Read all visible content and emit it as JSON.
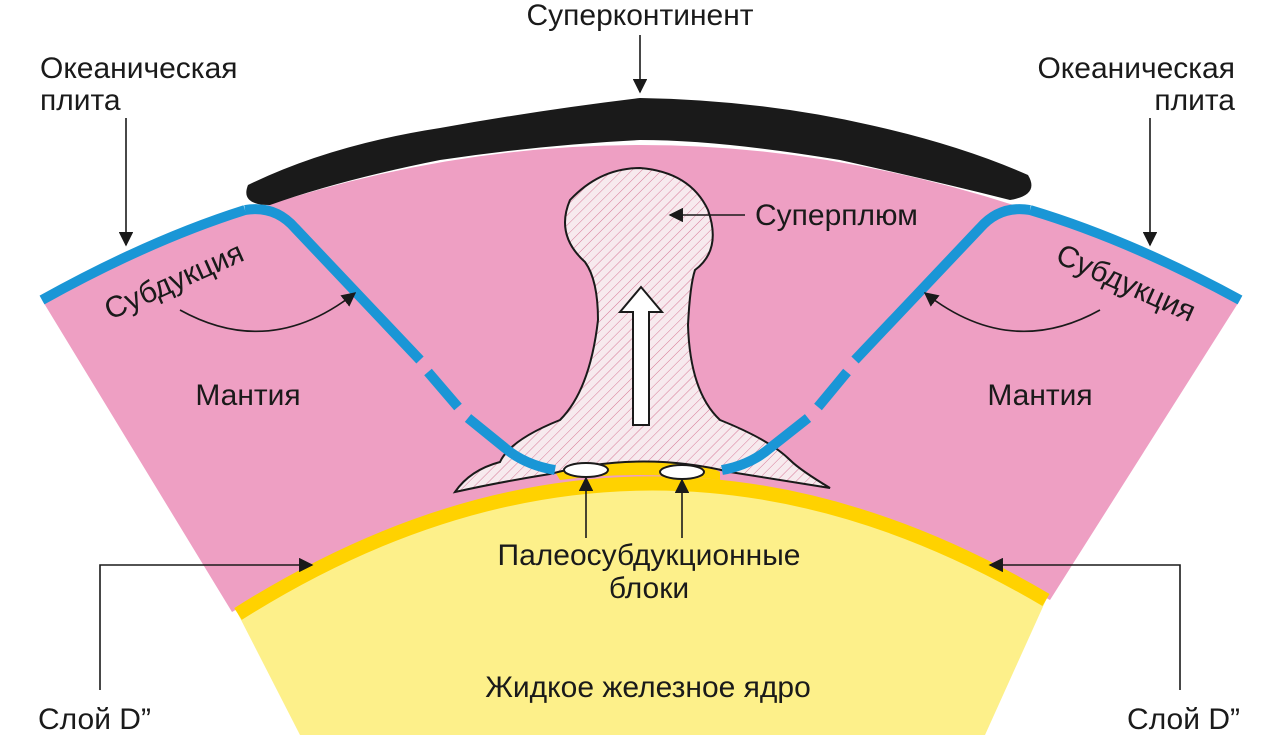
{
  "labels": {
    "supercontinent": "Суперконтинент",
    "oceanic_plate_left_1": "Океаническая",
    "oceanic_plate_left_2": "плита",
    "oceanic_plate_right_1": "Океаническая",
    "oceanic_plate_right_2": "плита",
    "superplume": "Суперплюм",
    "subduction_left": "Субдукция",
    "subduction_right": "Субдукция",
    "mantle_left": "Мантия",
    "mantle_right": "Мантия",
    "paleo_blocks_1": "Палеосубдукционные",
    "paleo_blocks_2": "блоки",
    "core": "Жидкое железное ядро",
    "layer_left": "Слой D”",
    "layer_right": "Слой D”"
  },
  "colors": {
    "mantle": "#ee9fc3",
    "core": "#fdf08a",
    "d_layer": "#ffd200",
    "slab": "#1a96d6",
    "continent": "#1a1a1a",
    "plume_fill": "#f7eaee",
    "plume_hatch": "#d77a98"
  }
}
